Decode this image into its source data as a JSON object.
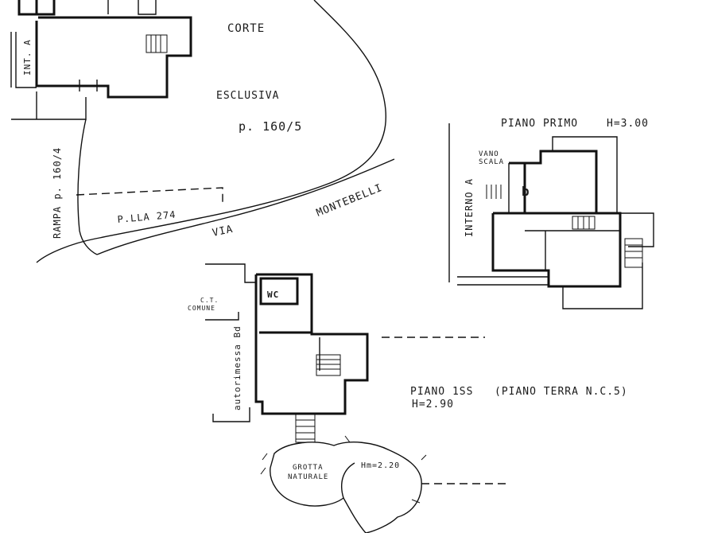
{
  "labels": {
    "corte": "CORTE",
    "esclusiva": "ESCLUSIVA",
    "p160_5": "p. 160/5",
    "int_a_top": "INT. A",
    "rampa": "RAMPA p. 160/4",
    "plla274": "P.LLA 274",
    "via": "VIA",
    "montebelli": "MONTEBELLI",
    "piano_primo": "PIANO PRIMO",
    "h300": "H=3.00",
    "vano_scala_1": "VANO",
    "vano_scala_2": "SCALA",
    "interno_a": "INTERNO A",
    "room_b": "b",
    "ct_1": "C.T.",
    "ct_2": "COMUNE",
    "wc": "WC",
    "autorimessa": "autorimessa Bd",
    "piano_1ss": "PIANO 1SS",
    "piano_terra": "(PIANO TERRA N.C.5)",
    "h290": "H=2.90",
    "grotta_1": "GROTTA",
    "grotta_2": "NATURALE",
    "h220": "Hm=2.20"
  }
}
